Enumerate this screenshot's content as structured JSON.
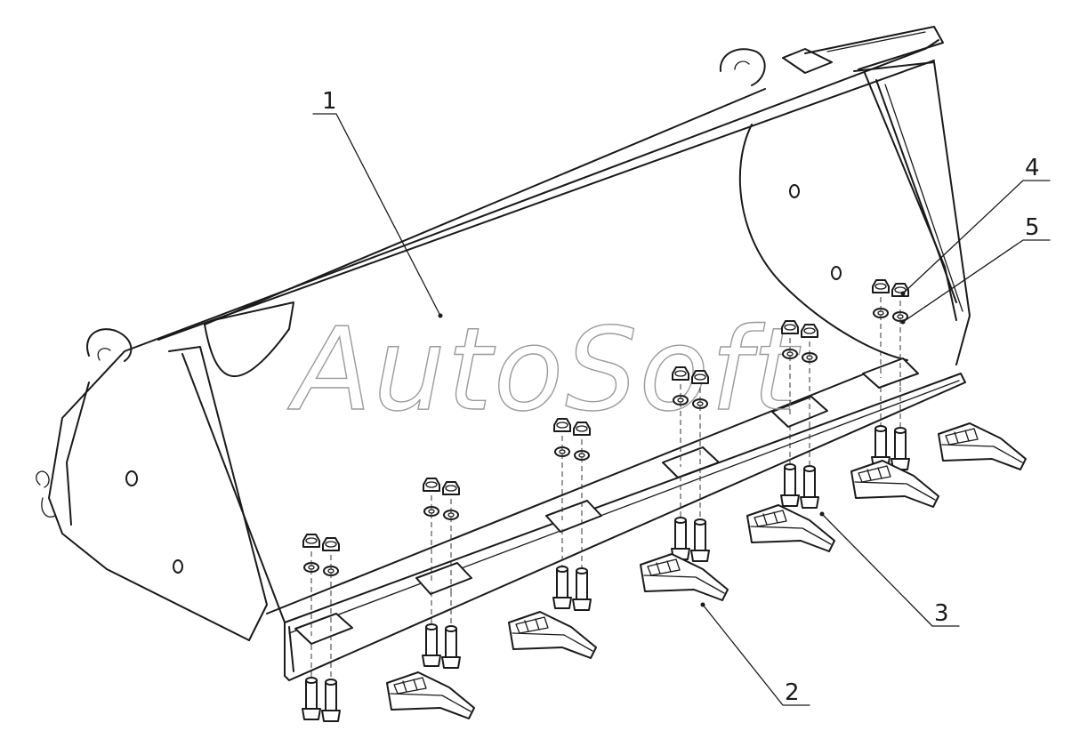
{
  "watermark": {
    "text": "AutoSoft"
  },
  "callouts": [
    {
      "id": "1",
      "label": "1"
    },
    {
      "id": "2",
      "label": "2"
    },
    {
      "id": "3",
      "label": "3"
    },
    {
      "id": "4",
      "label": "4"
    },
    {
      "id": "5",
      "label": "5"
    }
  ],
  "colors": {
    "line": "#1a1a1a",
    "watermark": "#9a9a9a",
    "background": "#ffffff"
  }
}
